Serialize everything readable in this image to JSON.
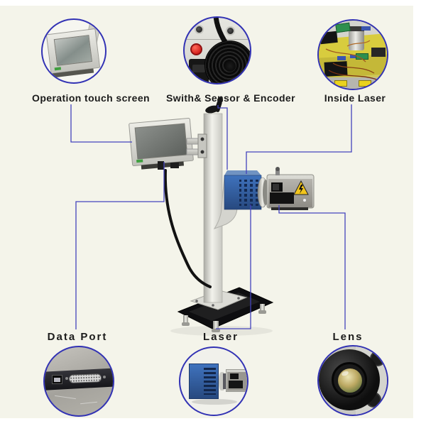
{
  "callouts": {
    "top": [
      {
        "id": "operation-touch-screen",
        "label": "Operation touch screen"
      },
      {
        "id": "switch-sensor-encoder",
        "label": "Swith& Sensor & Encoder"
      },
      {
        "id": "inside-laser",
        "label": "Inside  Laser"
      }
    ],
    "bottom": [
      {
        "id": "data-port",
        "label": "Data Port"
      },
      {
        "id": "laser",
        "label": "Laser"
      },
      {
        "id": "lens",
        "label": "Lens"
      }
    ]
  },
  "colors": {
    "page-bg": "#f4f4ea",
    "frame-white": "#ffffff",
    "circle-border": "#3232b4",
    "line-blue": "#4343bd",
    "label-text": "#1b1b1b",
    "laser-blue": "#33609f",
    "warning-yellow": "#f2c51c",
    "base-black": "#0e0e10",
    "metal-silver": "#d9d9d4"
  }
}
